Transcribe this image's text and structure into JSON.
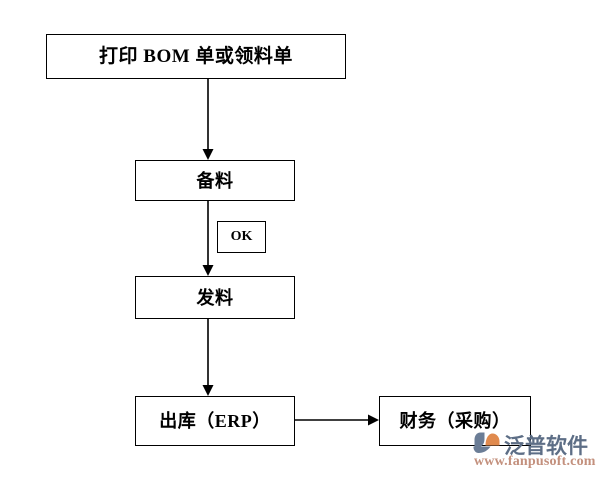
{
  "diagram": {
    "type": "flowchart",
    "title": "",
    "nodes": [
      {
        "id": "print-bom",
        "label": "打印 BOM 单或领料单"
      },
      {
        "id": "prepare",
        "label": "备料"
      },
      {
        "id": "ok",
        "label": "OK"
      },
      {
        "id": "issue",
        "label": "发料"
      },
      {
        "id": "outbound",
        "label": "出库（ERP）"
      },
      {
        "id": "finance",
        "label": "财务（采购）"
      }
    ],
    "edges": [
      {
        "from": "print-bom",
        "to": "prepare",
        "label": "",
        "direction": "down"
      },
      {
        "from": "prepare",
        "to": "issue",
        "label": "OK",
        "direction": "down"
      },
      {
        "from": "issue",
        "to": "outbound",
        "label": "",
        "direction": "down"
      },
      {
        "from": "outbound",
        "to": "finance",
        "label": "",
        "direction": "right"
      }
    ],
    "colors": {
      "stroke": "#000000",
      "fill": "#ffffff",
      "text": "#000000"
    }
  },
  "watermark": {
    "brand": "泛普软件",
    "url": "www.fanpusoft.com",
    "logo_icon": "fanpusoft-logo-icon",
    "brand_color": "#5d6e86",
    "url_color": "#c3907d",
    "accent_color": "#e08a4e"
  }
}
